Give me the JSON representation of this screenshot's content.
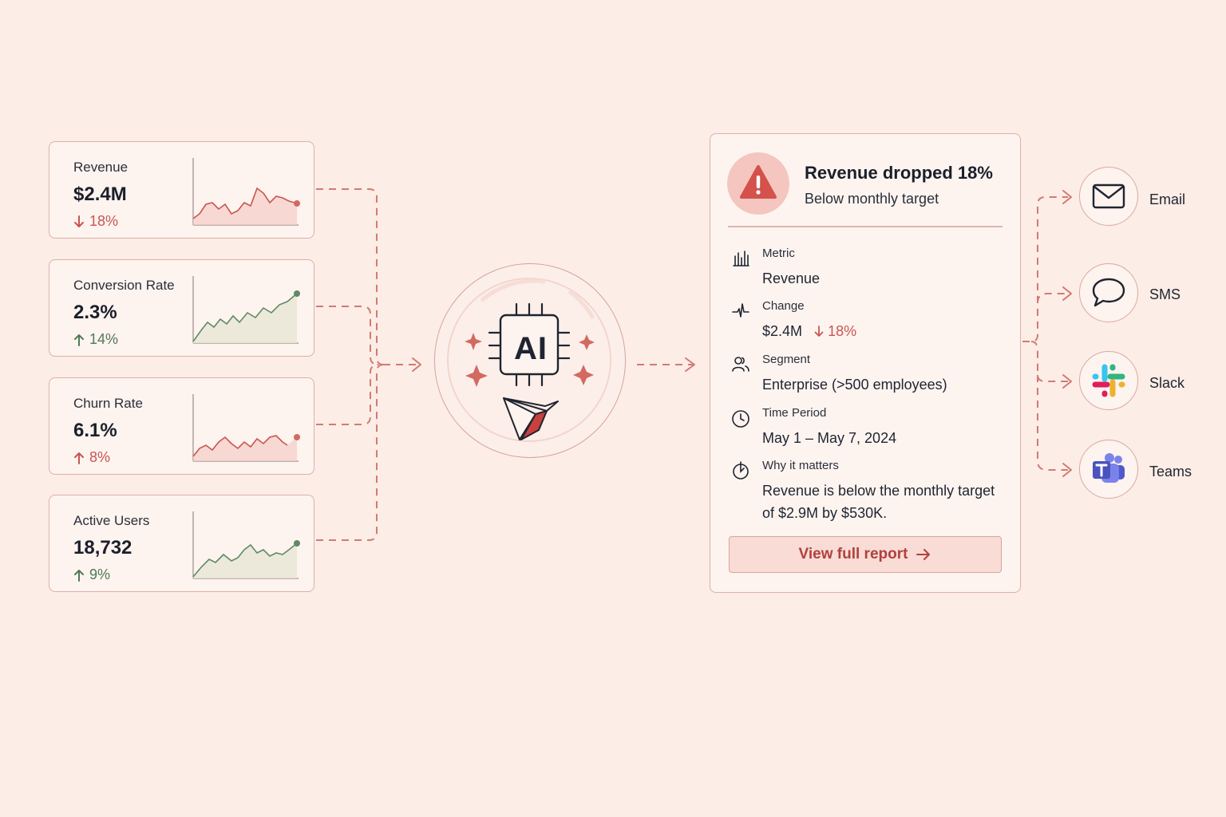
{
  "metrics": [
    {
      "label": "Revenue",
      "value": "$2.4M",
      "change": "18%",
      "direction": "down"
    },
    {
      "label": "Conversion Rate",
      "value": "2.3%",
      "change": "14%",
      "direction": "up"
    },
    {
      "label": "Churn Rate",
      "value": "6.1%",
      "change": "8%",
      "direction": "up"
    },
    {
      "label": "Active Users",
      "value": "18,732",
      "change": "9%",
      "direction": "up"
    }
  ],
  "ai": {
    "label": "AI"
  },
  "alert": {
    "title": "Revenue dropped 18%",
    "subtitle": "Below monthly target",
    "details": [
      {
        "label": "Metric",
        "value": "Revenue",
        "icon": "bar-chart-icon"
      },
      {
        "label": "Change",
        "value": "$2.4M",
        "change": "18%",
        "icon": "pulse-icon"
      },
      {
        "label": "Segment",
        "value": "Enterprise (>500 employees)",
        "icon": "users-icon"
      },
      {
        "label": "Time Period",
        "value": "May 1 – May 7, 2024",
        "icon": "clock-icon"
      },
      {
        "label": "Why it matters",
        "value": "Revenue is below the monthly target of $2.9M by $530K.",
        "icon": "target-icon"
      }
    ],
    "button": "View full report"
  },
  "channels": [
    {
      "label": "Email",
      "icon": "mail-icon"
    },
    {
      "label": "SMS",
      "icon": "chat-bubble-icon"
    },
    {
      "label": "Slack",
      "icon": "slack-icon"
    },
    {
      "label": "Teams",
      "icon": "teams-icon"
    }
  ],
  "colors": {
    "background": "#fcede6",
    "accent_red": "#c95550",
    "accent_green": "#4f7a57",
    "connector": "#d07b72"
  }
}
